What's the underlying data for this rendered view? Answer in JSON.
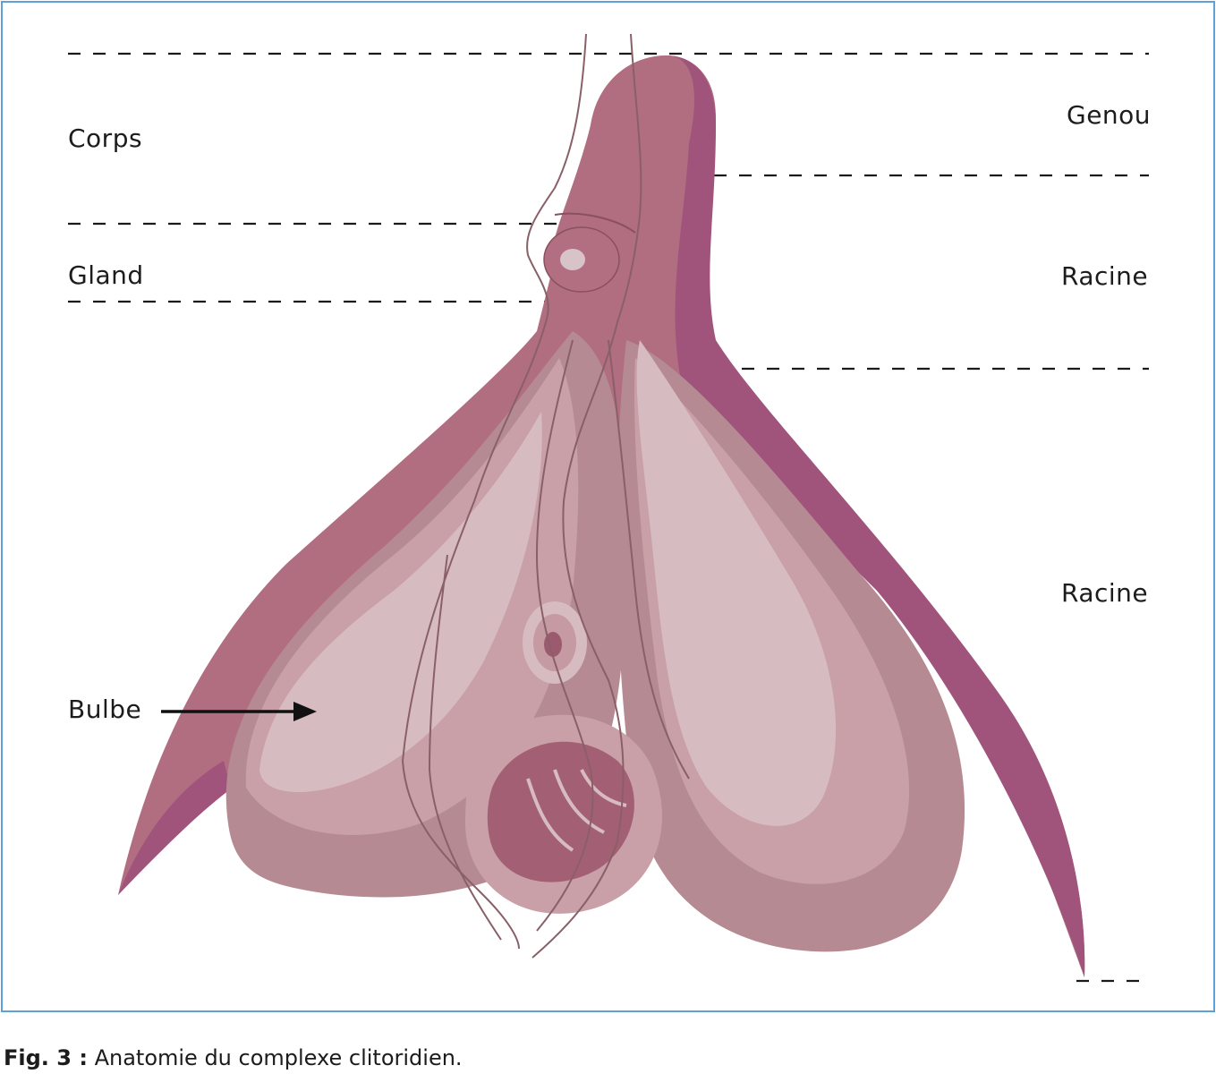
{
  "labels": {
    "corps": "Corps",
    "gland": "Gland",
    "bulbe": "Bulbe",
    "genou": "Genou",
    "racine_upper": "Racine",
    "racine_lower": "Racine"
  },
  "caption": {
    "prefix": "Fig. 3 :",
    "text": "Anatomie du complexe clitoridien."
  },
  "colors": {
    "frame_border": "#5ea1d8",
    "crus_outer": "#b06e80",
    "crus_shade": "#a0547c",
    "bulb": "#c9a0a8",
    "bulb_light": "#d6bcc0",
    "bulb_dark": "#b58a93"
  }
}
